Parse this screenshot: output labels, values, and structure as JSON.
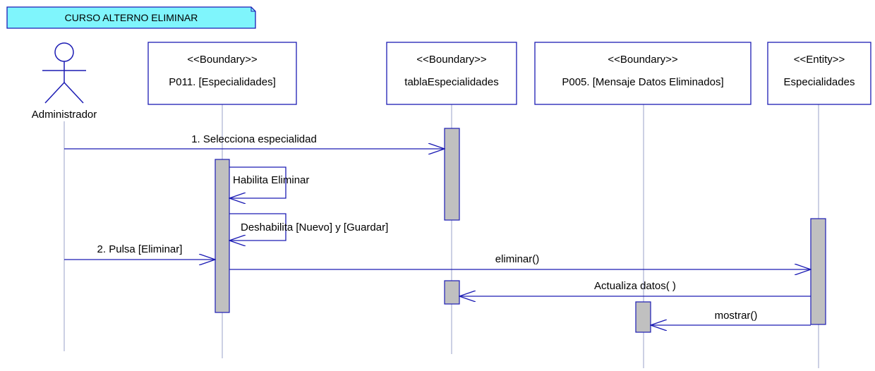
{
  "title": "CURSO ALTERNO ELIMINAR",
  "actor": {
    "name": "Administrador"
  },
  "lifelines": [
    {
      "stereotype": "<<Boundary>>",
      "name": "P011. [Especialidades]"
    },
    {
      "stereotype": "<<Boundary>>",
      "name": "tablaEspecialidades"
    },
    {
      "stereotype": "<<Boundary>>",
      "name": "P005. [Mensaje Datos Eliminados]"
    },
    {
      "stereotype": "<<Entity>>",
      "name": "Especialidades"
    }
  ],
  "messages": [
    {
      "label": "1. Selecciona especialidad"
    },
    {
      "label": "Habilita Eliminar"
    },
    {
      "label": "Deshabilita [Nuevo] y [Guardar]"
    },
    {
      "label": "2. Pulsa [Eliminar]"
    },
    {
      "label": "eliminar()"
    },
    {
      "label": "Actualiza datos( )"
    },
    {
      "label": "mostrar()"
    }
  ],
  "colors": {
    "line": "#1c1cb4",
    "title_fill": "#7ff5fc",
    "activation_fill": "#c0c0c0",
    "lifeline": "#9aa0c8"
  }
}
